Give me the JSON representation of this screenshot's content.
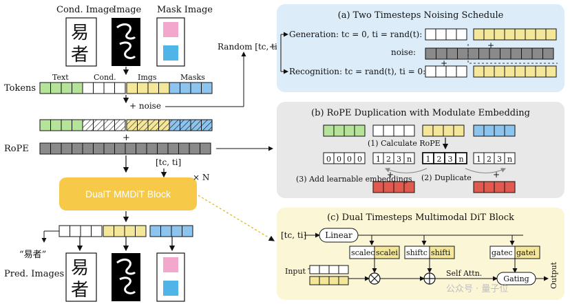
{
  "left": {
    "input_labels": [
      "Cond. Image",
      "Image",
      "Mask Image"
    ],
    "cond_chars": [
      "易",
      "者"
    ],
    "image_glyph": "ꝭ",
    "tokens_label": "Tokens",
    "token_headers": [
      "Text",
      "Cond.",
      "Imgs",
      "Masks"
    ],
    "plus_noise": "+ noise",
    "plus": "+",
    "rope_label": "RoPE",
    "tc_ti": "[tc, ti]",
    "block_label": "DualT MMDiT Block",
    "times_n": "× N",
    "pred_text": "“易者”",
    "pred_label": "Pred. Images",
    "pred_chars": [
      "易",
      "者"
    ],
    "random_label": "Random [tc, ti]"
  },
  "panel_a": {
    "title": "(a) Two Timesteps Noising Schedule",
    "generation": "Generation:  tc = 0, ti = rand(t):",
    "noise": "noise:",
    "recognition": "Recognition:  tc = rand(t), ti = 0:",
    "plus": "+"
  },
  "panel_b": {
    "title": "(b) RoPE Duplication with Modulate Embedding",
    "calc": "(1) Calculate RoPE",
    "dup": "(2) Duplicate",
    "add": "(3) Add learnable embeddings",
    "zeros": [
      "0",
      "0",
      "0",
      "0"
    ],
    "rope_cells": [
      "1",
      "2",
      "3",
      "n"
    ],
    "plus": "+"
  },
  "panel_c": {
    "title": "(c) Dual Timesteps Multimodal DiT Block",
    "tc_ti": "[tc, ti]",
    "linear": "Linear",
    "scale_c": "scalec",
    "scale_i": "scalei",
    "shift_c": "shiftc",
    "shift_i": "shifti",
    "gate_c": "gatec",
    "gate_i": "gatei",
    "input_tokens": "Input Tokens",
    "self_attn": "Self Attn.",
    "gating": "Gating",
    "output": "Output"
  },
  "watermark": "公众号 · 量子位",
  "colors": {
    "green": "#b6e39a",
    "yellow": "#f5e79a",
    "blue": "#8cc4ee",
    "red": "#e05a4f",
    "grey": "#8a8a8a",
    "block_orange": "#f7c948",
    "panel_a_bg": "#dcecf8",
    "panel_b_bg": "#e8e8e8",
    "panel_c_bg": "#fbf6d6"
  }
}
